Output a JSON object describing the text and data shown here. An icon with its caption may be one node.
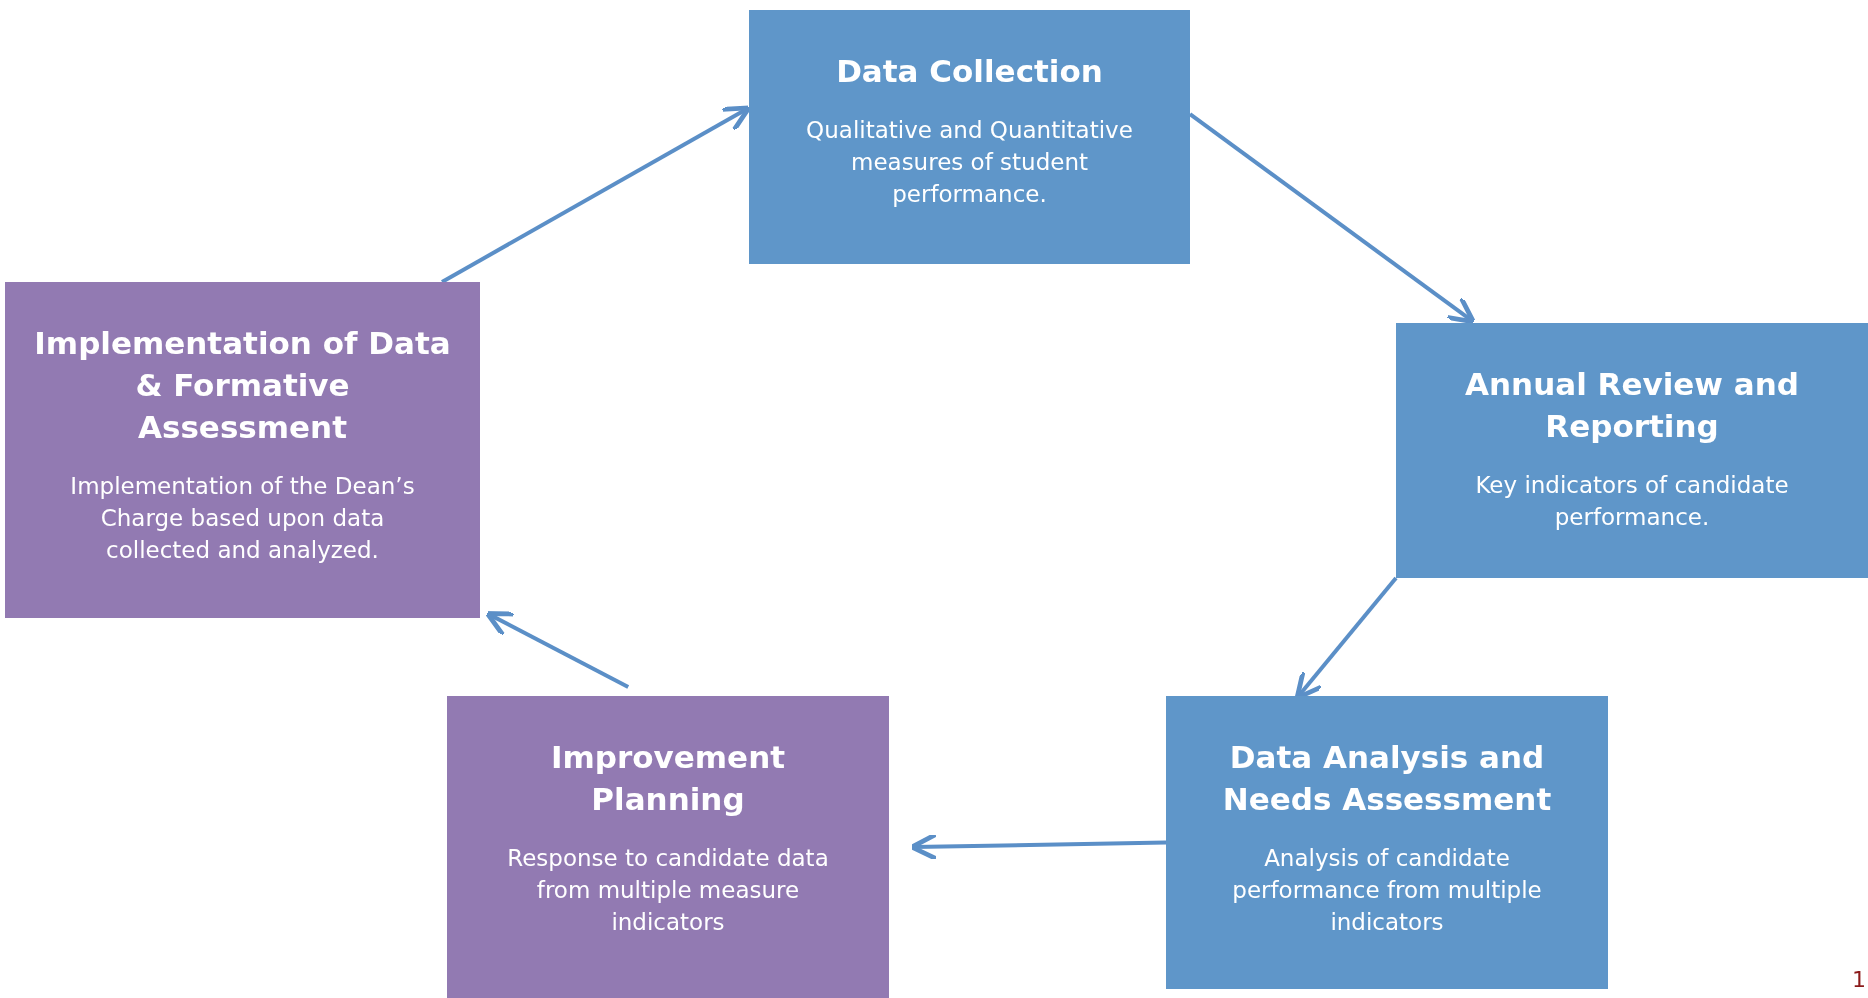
{
  "diagram": {
    "nodes": [
      {
        "text": [
          "Data Collection",
          "Qualitative and Quantitative measures of student performance."
        ]
      },
      {
        "text": [
          "Annual Review and Reporting",
          "Key indicators of candidate performance."
        ]
      },
      {
        "text": [
          "Data Analysis and Needs Assessment",
          "Analysis of candidate performance from multiple indicators"
        ]
      },
      {
        "text": [
          "Improvement Planning",
          "Response to candidate data from multiple measure indicators"
        ]
      },
      {
        "text": [
          "Implementation of Data & Formative Assessment",
          "Implementation of the Dean’s Charge based upon data collected and analyzed."
        ]
      }
    ],
    "edges": [
      {
        "from": 0,
        "to": 1,
        "arrow": "to"
      },
      {
        "from": 1,
        "to": 2,
        "arrow": "to"
      },
      {
        "from": 2,
        "to": 3,
        "arrow": "to"
      },
      {
        "from": 3,
        "to": 4,
        "arrow": "to"
      },
      {
        "from": 4,
        "to": 0,
        "arrow": "to"
      }
    ],
    "labels": [
      "1"
    ]
  }
}
